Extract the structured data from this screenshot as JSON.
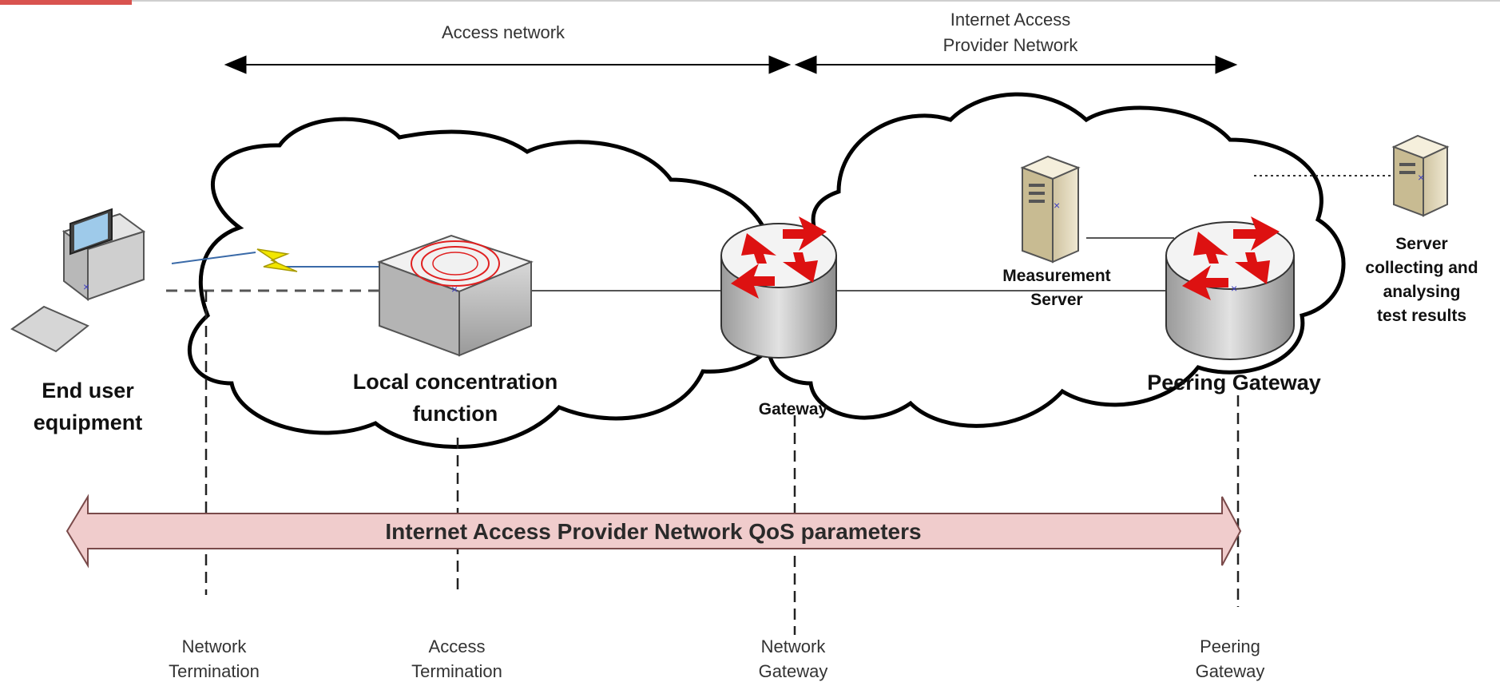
{
  "colors": {
    "banner_fill": "#f0cccc",
    "router_arrow": "#dd1111",
    "cloud_stroke": "#000000",
    "link_line": "#555555",
    "top_bar": "#d9534f"
  },
  "labels": {
    "access_network": "Access network",
    "iap_network_line1": "Internet Access",
    "iap_network_line2": "Provider Network",
    "end_user_line1": "End user",
    "end_user_line2": "equipment",
    "local_conc_line1": "Local concentration",
    "local_conc_line2": "function",
    "gateway": "Gateway",
    "measurement_line1": "Measurement",
    "measurement_line2": "Server",
    "peering_gateway": "Peering Gateway",
    "server_collect_line1": "Server",
    "server_collect_line2": "collecting and",
    "server_collect_line3": "analysing",
    "server_collect_line4": "test results",
    "banner": "Internet Access Provider Network QoS parameters",
    "nt_line1": "Network",
    "nt_line2": "Termination",
    "at_line1": "Access",
    "at_line2": "Termination",
    "ng_line1": "Network",
    "ng_line2": "Gateway",
    "pg_line1": "Peering",
    "pg_line2": "Gateway"
  },
  "icons": [
    "computer-icon",
    "concentrator-box-icon",
    "router-icon",
    "server-tower-icon",
    "lightning-link-icon"
  ]
}
